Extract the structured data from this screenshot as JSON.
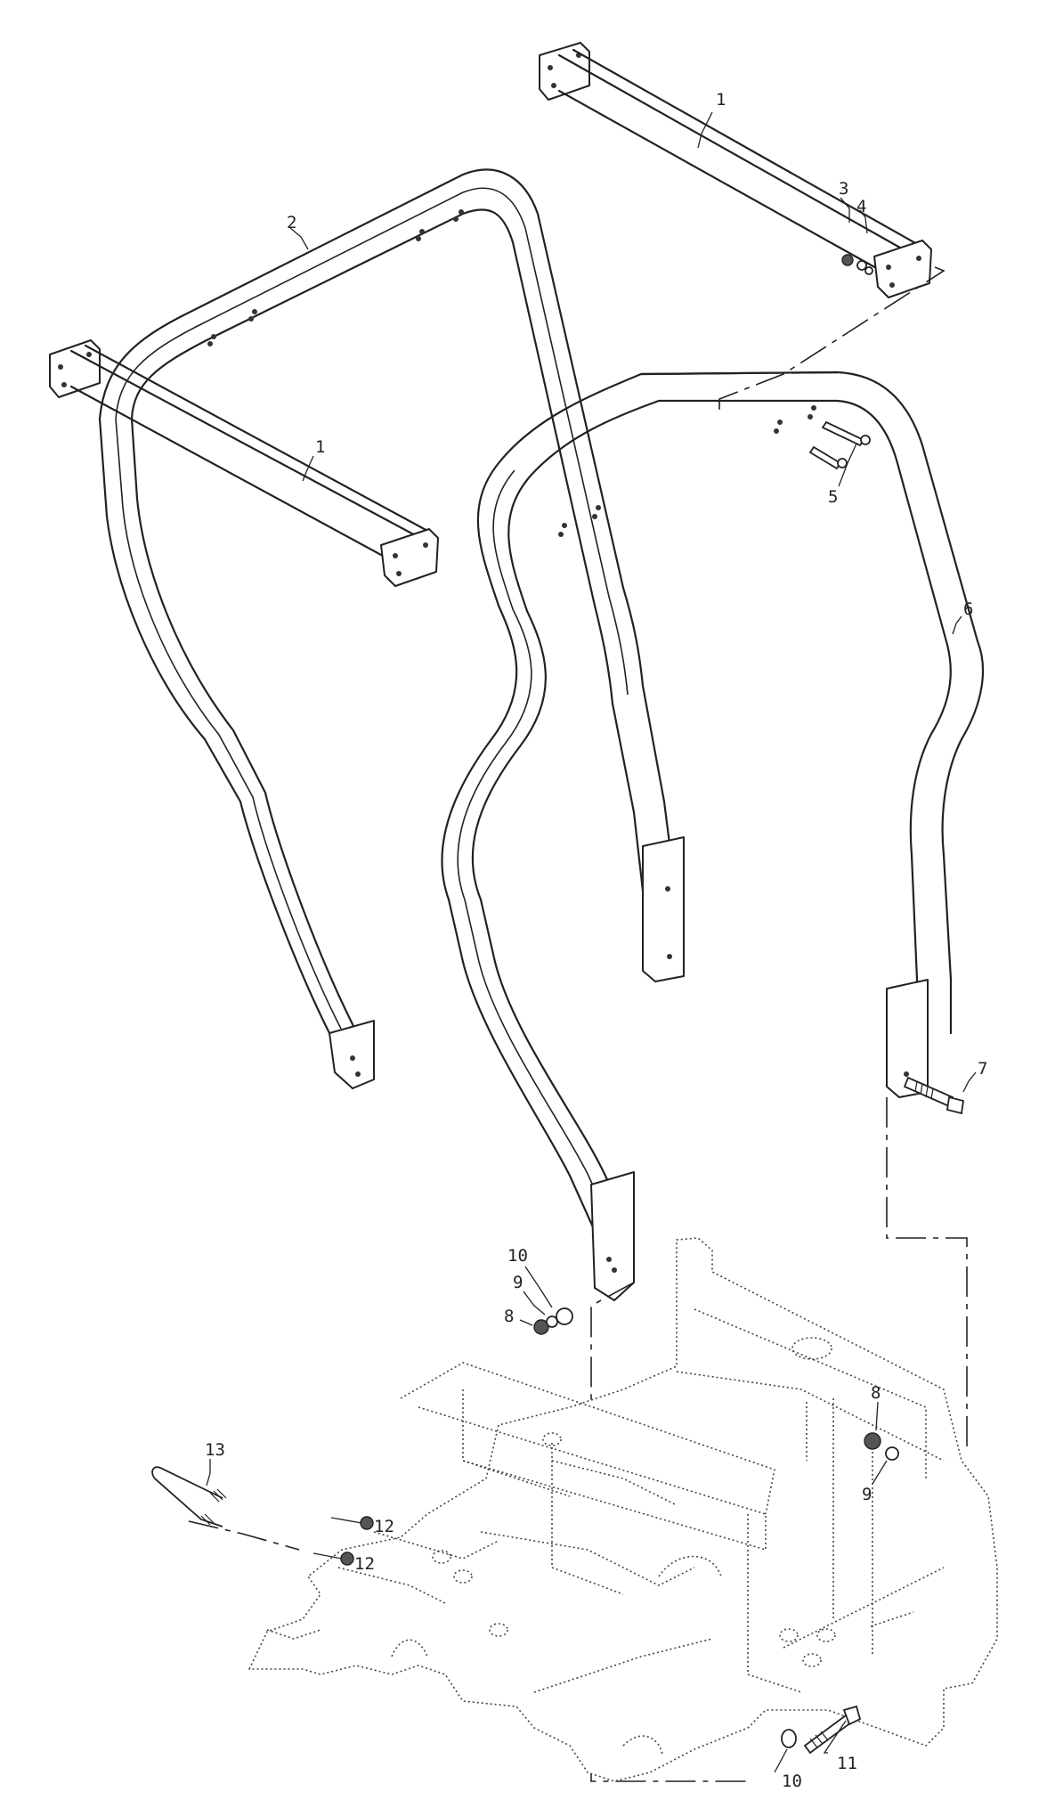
{
  "callouts": {
    "c1a": "1",
    "c1b": "1",
    "c2": "2",
    "c3": "3",
    "c4": "4",
    "c5": "5",
    "c6": "6",
    "c7": "7",
    "c8a": "8",
    "c8b": "8",
    "c9a": "9",
    "c9b": "9",
    "c10a": "10",
    "c10b": "10",
    "c11": "11",
    "c12a": "12",
    "c12b": "12",
    "c13": "13"
  }
}
